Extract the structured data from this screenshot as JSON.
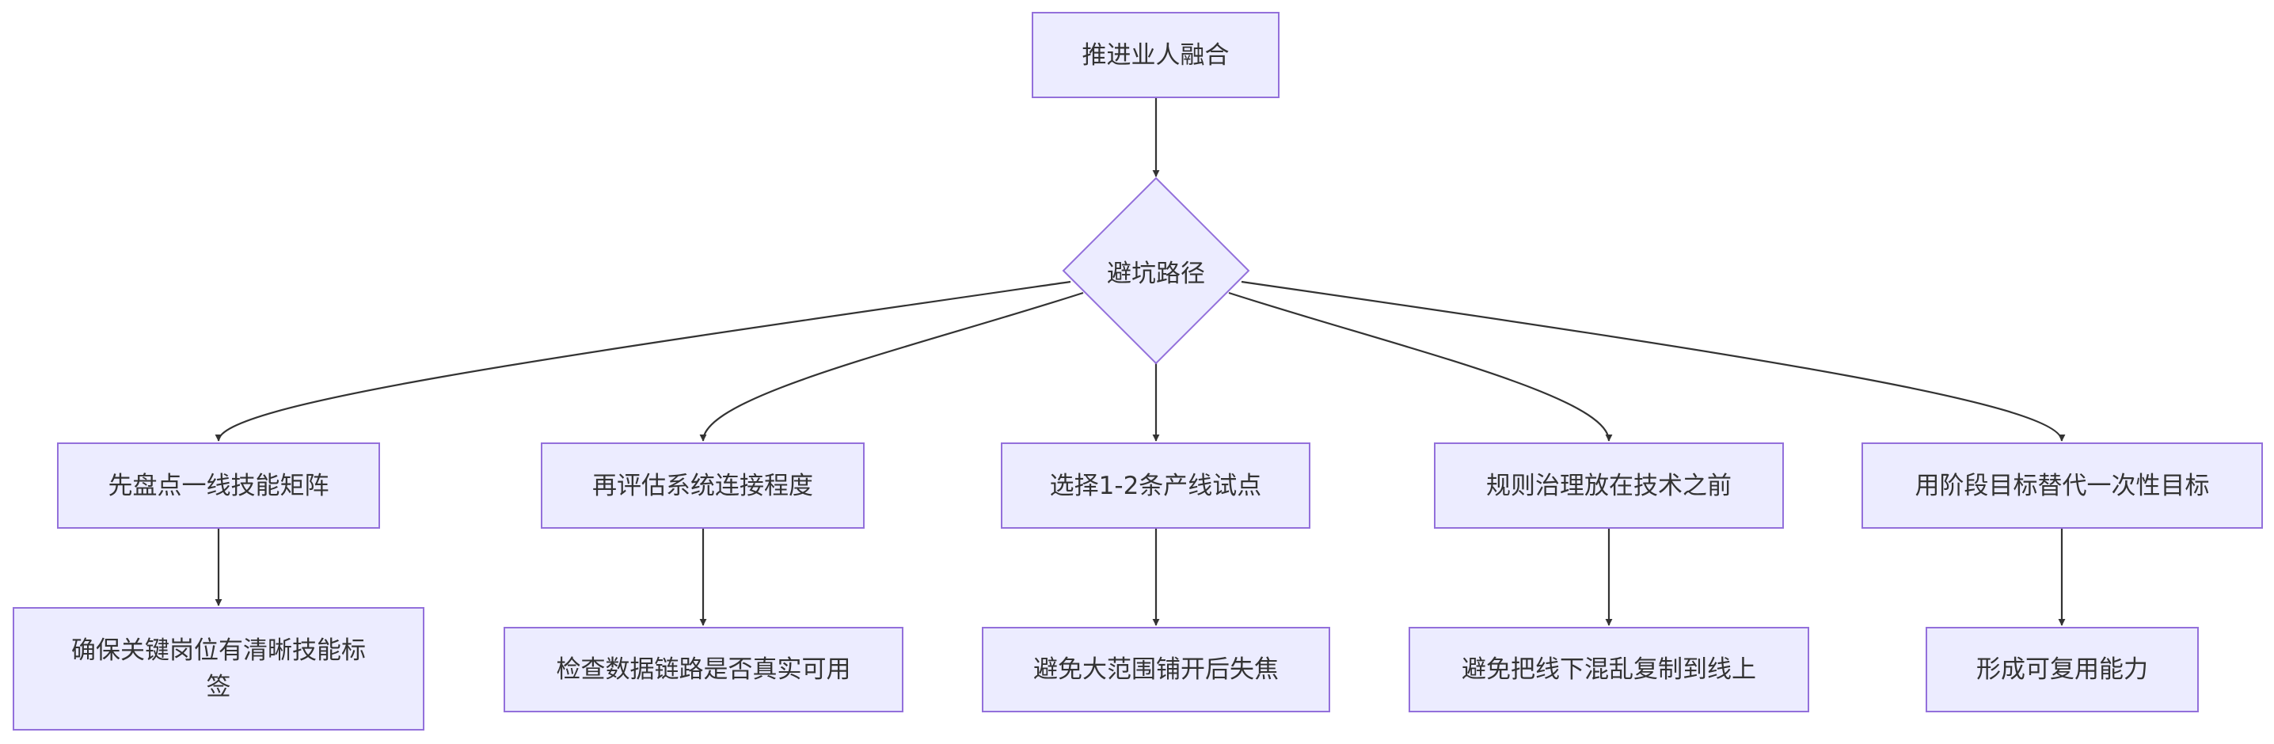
{
  "colors": {
    "node_fill": "#ECECFF",
    "node_border": "#9370DB",
    "edge": "#333333",
    "text": "#333333"
  },
  "root": {
    "label": "推进业人融合"
  },
  "decision": {
    "label": "避坑路径"
  },
  "steps": [
    {
      "label": "先盘点一线技能矩阵"
    },
    {
      "label": "再评估系统连接程度"
    },
    {
      "label": "选择1-2条产线试点"
    },
    {
      "label": "规则治理放在技术之前"
    },
    {
      "label": "用阶段目标替代一次性目标"
    }
  ],
  "outcomes": [
    {
      "label": "确保关键岗位有清晰技能标签"
    },
    {
      "label": "检查数据链路是否真实可用"
    },
    {
      "label": "避免大范围铺开后失焦"
    },
    {
      "label": "避免把线下混乱复制到线上"
    },
    {
      "label": "形成可复用能力"
    }
  ]
}
